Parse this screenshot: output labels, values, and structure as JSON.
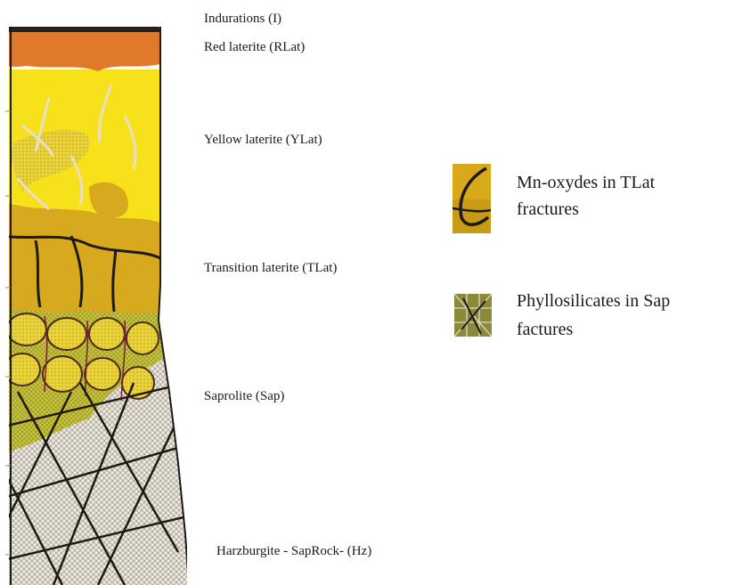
{
  "layers": [
    {
      "id": "I",
      "label": "Indurations (I)"
    },
    {
      "id": "RLat",
      "label": "Red laterite (RLat)"
    },
    {
      "id": "YLat",
      "label": "Yellow laterite (YLat)"
    },
    {
      "id": "TLat",
      "label": "Transition laterite (TLat)"
    },
    {
      "id": "Sap",
      "label": "Saprolite (Sap)"
    },
    {
      "id": "Hz",
      "label": "Harzburgite - SapRock- (Hz)"
    }
  ],
  "legend": [
    {
      "text_line1": "Mn-oxydes in TLat",
      "text_line2": "fractures"
    },
    {
      "text_line1": "Phyllosilicates in Sap",
      "text_line2": "factures"
    }
  ],
  "colors": {
    "induration": "#222222",
    "red_laterite": "#e07a2a",
    "yellow_laterite": "#f7e11a",
    "transition_laterite": "#d9ac1a",
    "saprolite": "#b7b82e",
    "harzburgite": "#e8e4dc",
    "fracture": "#1e1a12",
    "vein": "#e6e0c8",
    "mn_vein": "#7a1f2f"
  }
}
